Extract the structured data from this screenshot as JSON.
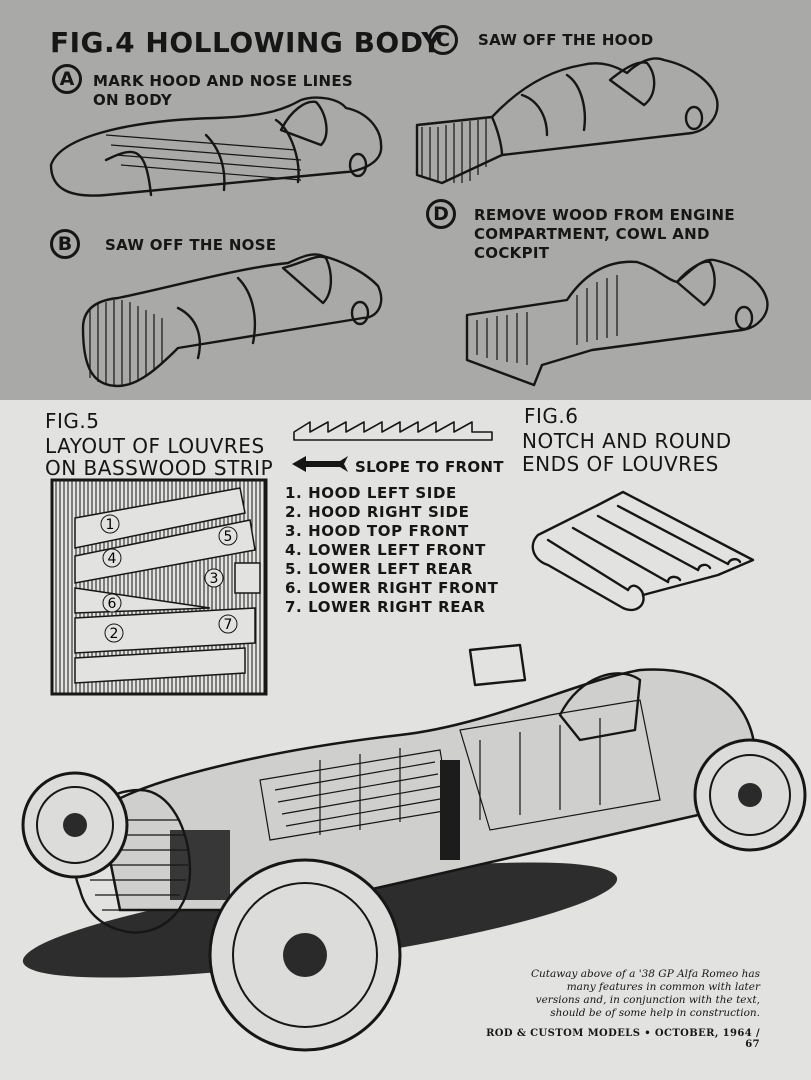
{
  "fig4": {
    "title": "FIG.4 HOLLOWING BODY",
    "steps": [
      {
        "letter": "A",
        "text": "MARK HOOD AND NOSE LINES ON BODY"
      },
      {
        "letter": "B",
        "text": "SAW OFF THE NOSE"
      },
      {
        "letter": "C",
        "text": "SAW OFF THE HOOD"
      },
      {
        "letter": "D",
        "text": "REMOVE WOOD FROM ENGINE COMPARTMENT, COWL AND COCKPIT"
      }
    ]
  },
  "fig5": {
    "title": "FIG.5",
    "subtitle_line1": "LAYOUT OF LOUVRES",
    "subtitle_line2": "ON BASSWOOD STRIP",
    "strip_numbers": [
      "1",
      "4",
      "5",
      "3",
      "6",
      "7",
      "2"
    ]
  },
  "slope_label": "SLOPE TO FRONT",
  "louvre_list": [
    "1. HOOD LEFT SIDE",
    "2. HOOD RIGHT SIDE",
    "3. HOOD TOP FRONT",
    "4. LOWER LEFT FRONT",
    "5. LOWER LEFT REAR",
    "6. LOWER RIGHT FRONT",
    "7. LOWER RIGHT REAR"
  ],
  "fig6": {
    "title": "FIG.6",
    "subtitle_line1": "NOTCH AND ROUND",
    "subtitle_line2": "ENDS OF LOUVRES"
  },
  "caption": "Cutaway above of a '38 GP Alfa Romeo has many features in common with later versions and, in conjunction with the text, should be of some help in construction.",
  "footer": "ROD & CUSTOM MODELS • OCTOBER, 1964 / 67",
  "colors": {
    "top_panel": "#a9a9a7",
    "bottom_panel": "#e2e2e0",
    "ink": "#161616"
  }
}
